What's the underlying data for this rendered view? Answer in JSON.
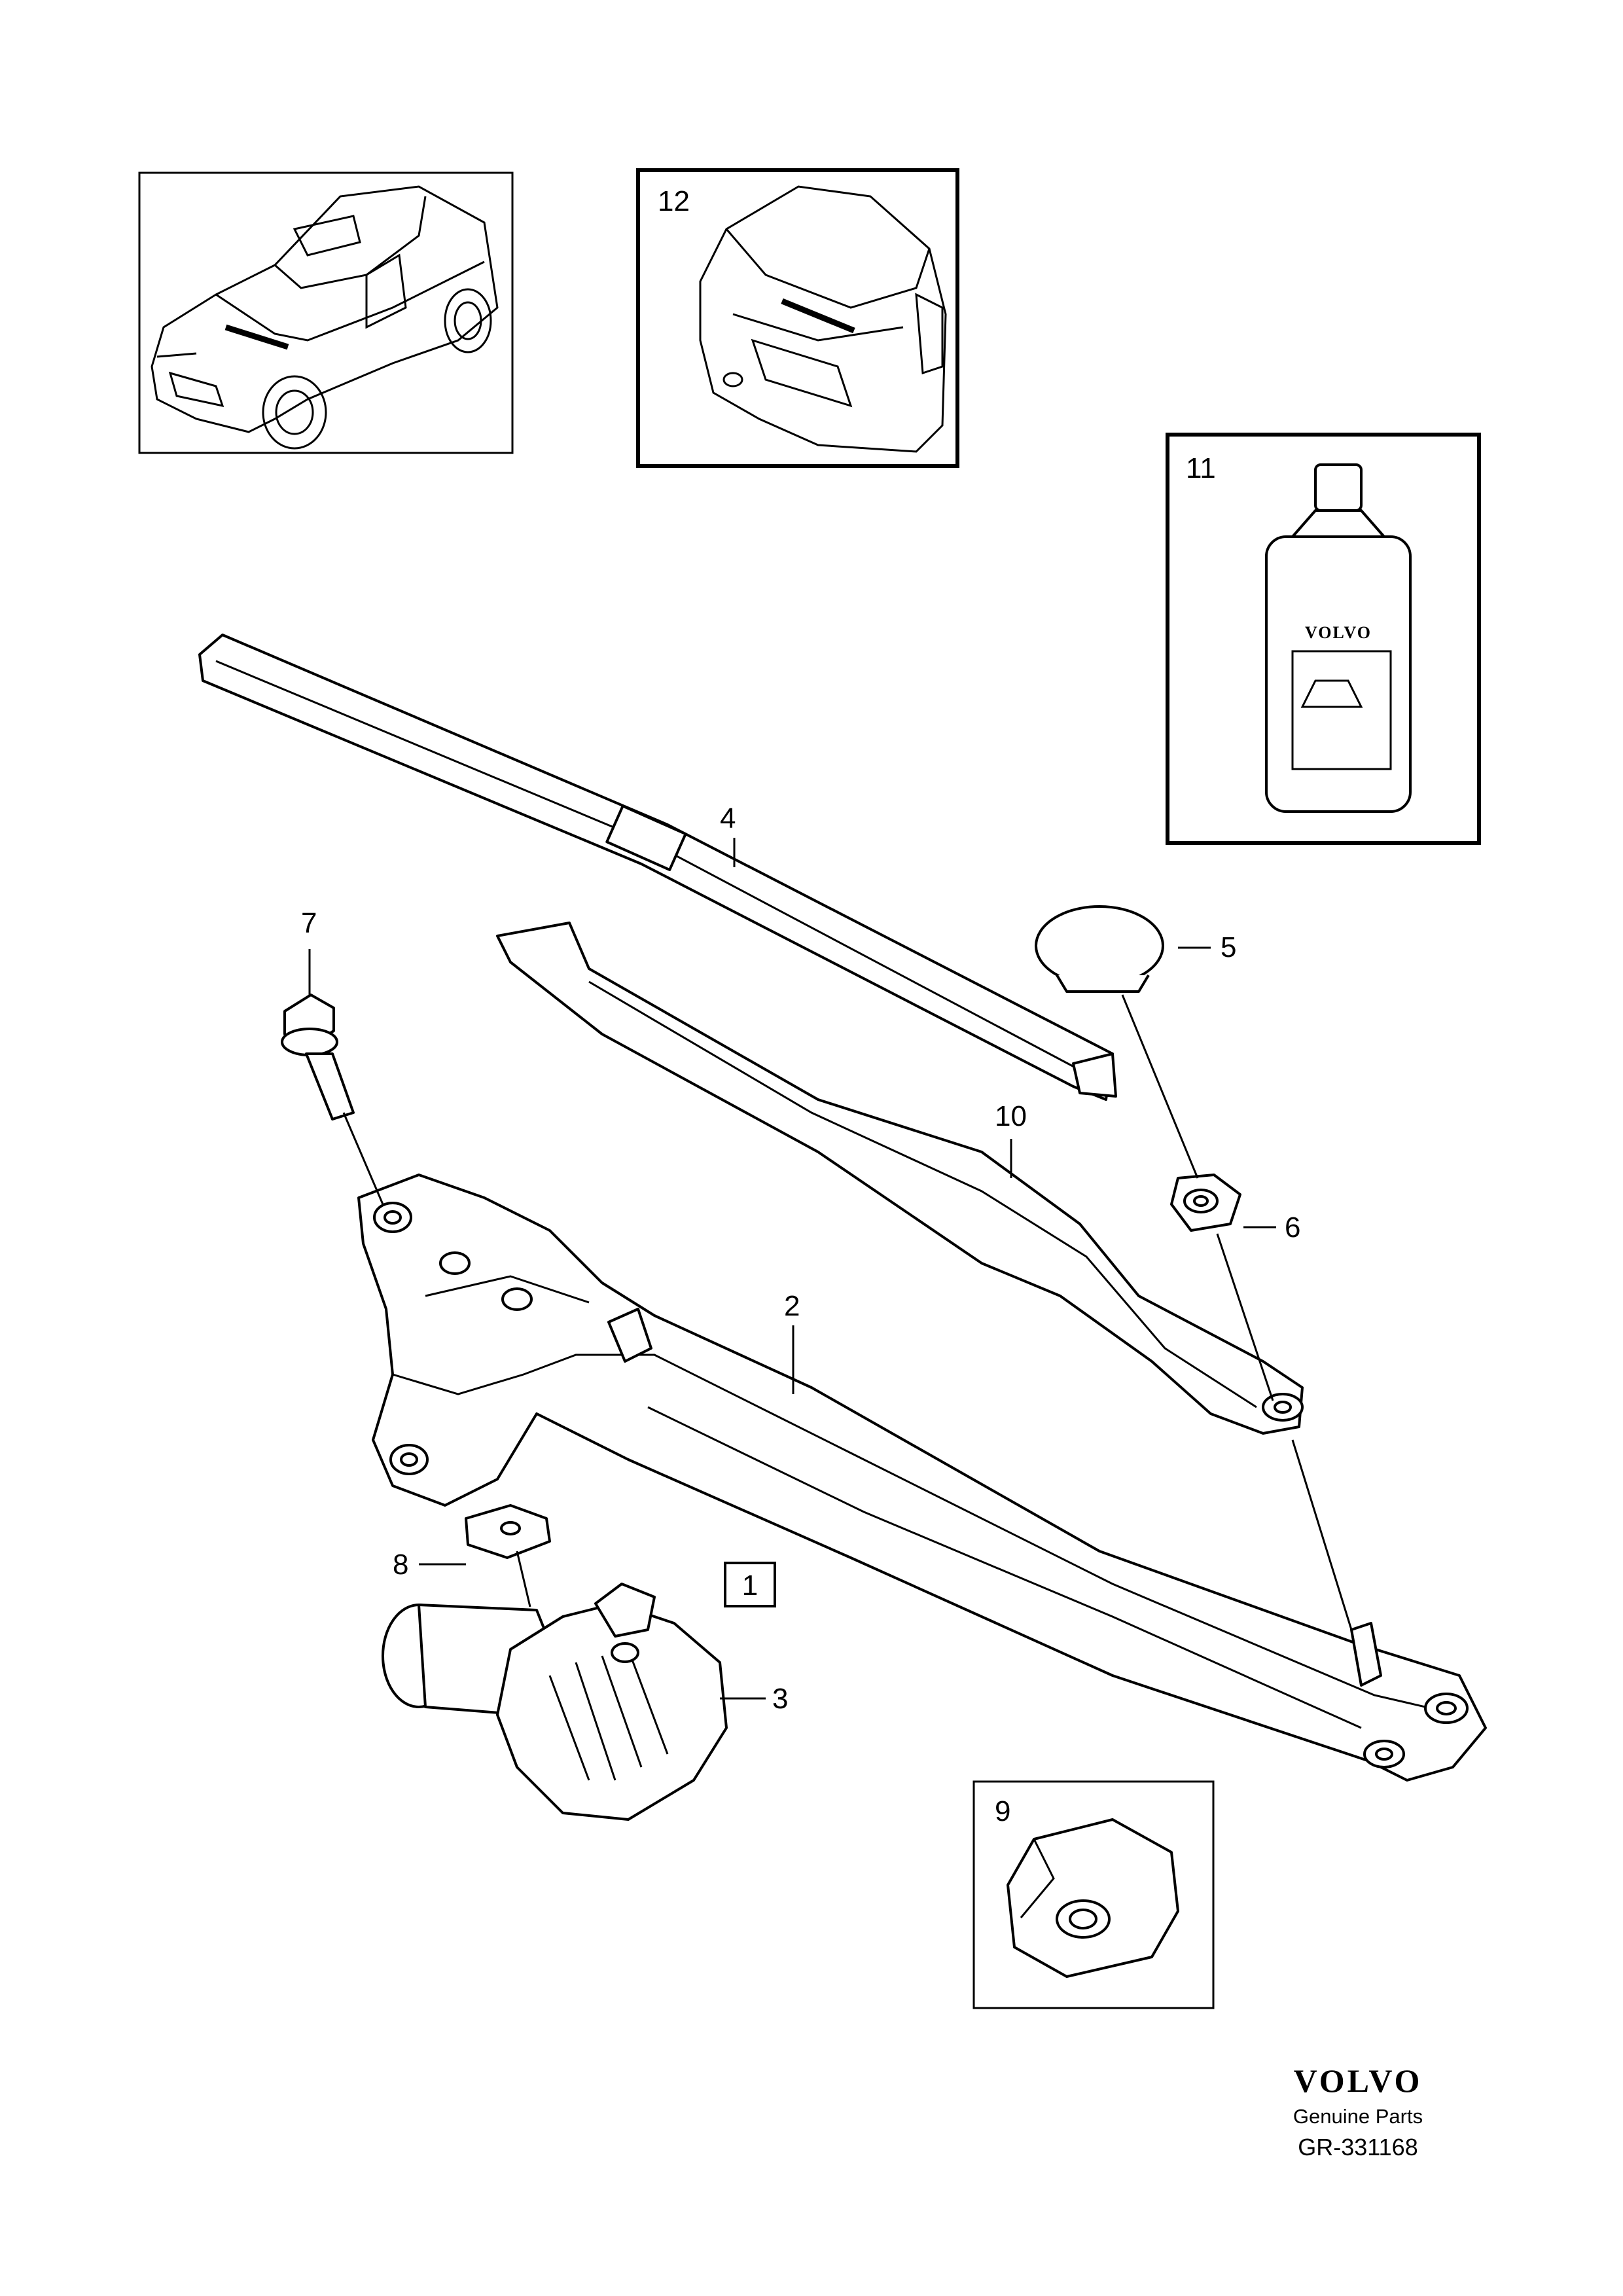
{
  "callouts": {
    "c1": "1",
    "c2": "2",
    "c3": "3",
    "c4": "4",
    "c5": "5",
    "c6": "6",
    "c7": "7",
    "c8": "8",
    "c9": "9",
    "c10": "10",
    "c11": "11",
    "c12": "12"
  },
  "bottle_label": "VOLVO",
  "brand": {
    "logo": "VOLVO",
    "subtitle": "Genuine Parts",
    "code": "GR-331168"
  }
}
